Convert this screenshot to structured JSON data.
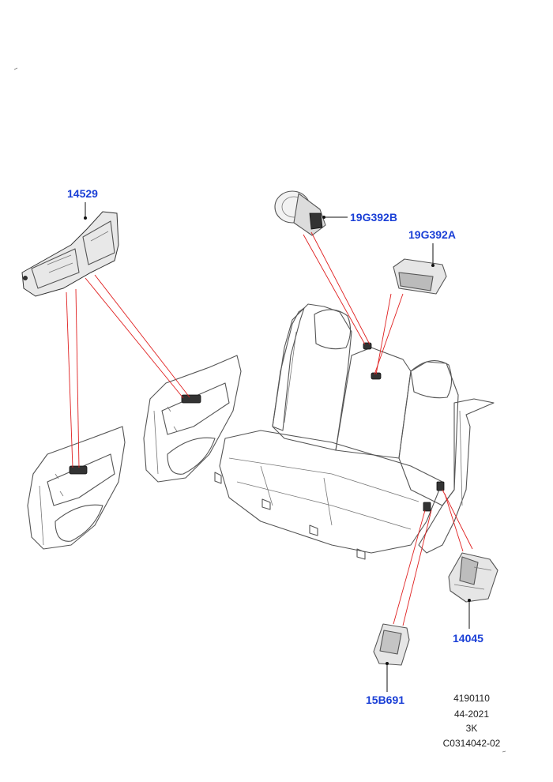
{
  "parts": {
    "p14529": "14529",
    "p19G392B": "19G392B",
    "p19G392A": "19G392A",
    "p14045": "14045",
    "p15B691": "15B691"
  },
  "reference": {
    "line1": "4190110",
    "line2": "44-2021",
    "line3": "3K",
    "line4": "C0314042-02"
  },
  "colors": {
    "label": "#1a3fd6",
    "callout_line": "#e02020",
    "outline": "#555555"
  }
}
